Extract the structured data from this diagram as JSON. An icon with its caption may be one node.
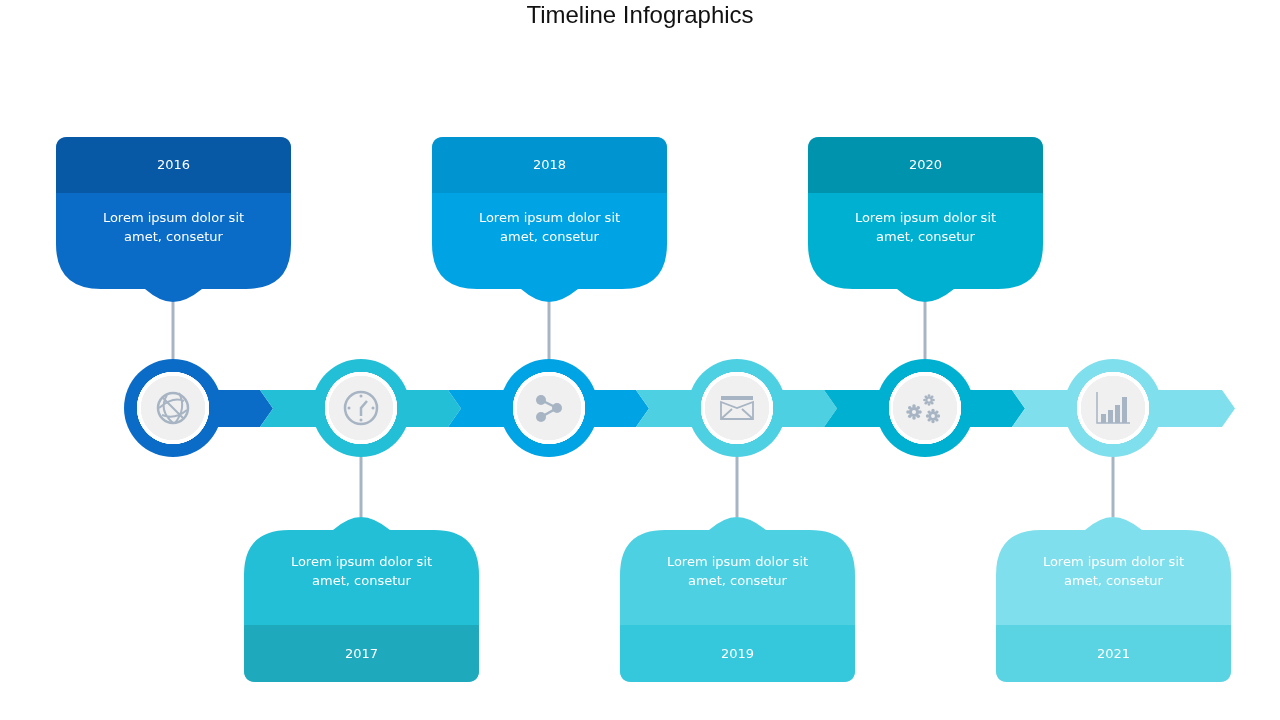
{
  "diagram": {
    "title": "Timeline Infographics",
    "nodes": [
      {
        "text": [
          "2016",
          "Lorem ipsum dolor sit amet, consetur"
        ]
      },
      {
        "text": [
          "Lorem ipsum dolor sit amet, consetur",
          "2017"
        ]
      },
      {
        "text": [
          "2018",
          "Lorem ipsum dolor sit amet, consetur"
        ]
      },
      {
        "text": [
          "Lorem ipsum dolor sit amet, consetur",
          "2019"
        ]
      },
      {
        "text": [
          "2020",
          "Lorem ipsum dolor sit amet, consetur"
        ]
      },
      {
        "text": [
          "Lorem ipsum dolor sit amet, consetur",
          "2021"
        ]
      },
      {
        "text": [],
        "shape": "circle"
      },
      {
        "text": [],
        "shape": "circle"
      },
      {
        "text": [],
        "shape": "circle"
      },
      {
        "text": [],
        "shape": "circle"
      },
      {
        "text": [],
        "shape": "circle"
      },
      {
        "text": [],
        "shape": "circle"
      }
    ],
    "edges": [
      {
        "from": 0,
        "to": 6,
        "arrow": "none"
      },
      {
        "from": 1,
        "to": 7,
        "arrow": "none"
      },
      {
        "from": 2,
        "to": 8,
        "arrow": "none"
      },
      {
        "from": 3,
        "to": 9,
        "arrow": "none"
      },
      {
        "from": 4,
        "to": 10,
        "arrow": "none"
      },
      {
        "from": 5,
        "to": 11,
        "arrow": "none"
      },
      {
        "from": 6,
        "to": 7,
        "arrow": "to",
        "style": "thick",
        "color": "#0b6cc8"
      },
      {
        "from": 7,
        "to": 8,
        "arrow": "to",
        "style": "thick",
        "color": "#22bfd6"
      },
      {
        "from": 8,
        "to": 9,
        "arrow": "to",
        "style": "thick",
        "color": "#00a3e4"
      },
      {
        "from": 9,
        "to": 10,
        "arrow": "to",
        "style": "thick",
        "color": "#4ed0e3"
      },
      {
        "from": 10,
        "to": 11,
        "arrow": "to",
        "style": "thick",
        "color": "#00b0d0"
      },
      {
        "from": 11,
        "to": null,
        "arrow": "to",
        "style": "thick",
        "color": "#80dfec"
      }
    ]
  }
}
